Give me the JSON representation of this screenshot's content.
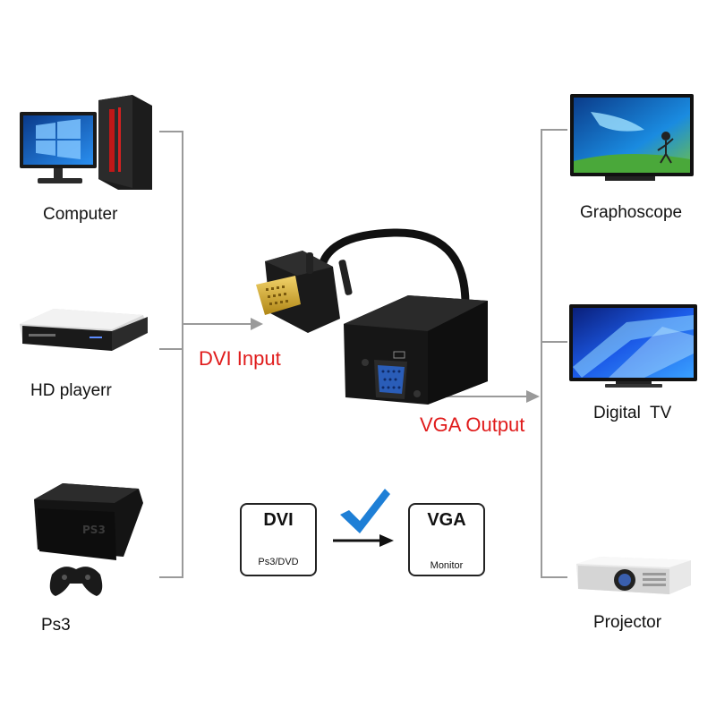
{
  "sources": [
    {
      "label": "Computer",
      "icon": "computer-icon"
    },
    {
      "label": "HD playerr",
      "icon": "hd-player-icon"
    },
    {
      "label": "Ps3",
      "icon": "ps3-console-icon"
    }
  ],
  "displays": [
    {
      "label": "Graphoscope",
      "icon": "graphoscope-tv-icon"
    },
    {
      "label": "Digital  TV",
      "icon": "digital-tv-icon"
    },
    {
      "label": "Projector",
      "icon": "projector-icon"
    }
  ],
  "adapter": {
    "input_label": "DVI Input",
    "output_label": "VGA Output",
    "icon": "dvi-to-vga-adapter-icon"
  },
  "conversion": {
    "from": {
      "title": "DVI",
      "subtitle": "Ps3/DVD"
    },
    "to": {
      "title": "VGA",
      "subtitle": "Monitor"
    },
    "check_icon": "checkmark-icon"
  },
  "colors": {
    "accent_red": "#e01b1b",
    "connector_gray": "#9a9a9a",
    "check_blue": "#1e7fd6",
    "vga_blue": "#2a5db8",
    "dvi_gold": "#c9a227"
  }
}
